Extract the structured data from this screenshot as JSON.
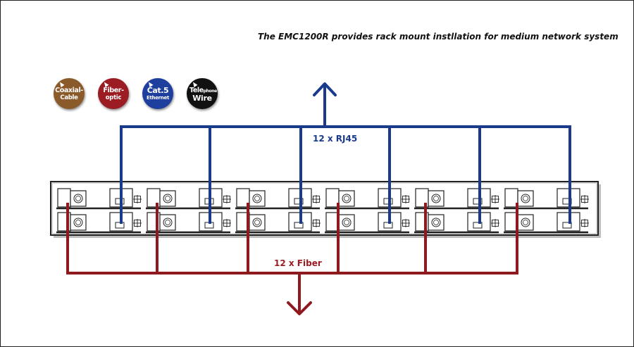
{
  "caption": "The EMC1200R provides rack mount instllation for medium network system",
  "badges": [
    {
      "id": "coaxial",
      "line1": "Coaxial-",
      "line2": "Cable",
      "color": "#8b5a2b",
      "icon": "coaxial-cable-icon"
    },
    {
      "id": "fiber",
      "line1": "Fiber-",
      "line2": "optic",
      "color": "#9b1c22",
      "icon": "fiber-optic-icon"
    },
    {
      "id": "cat5",
      "line1": "Cat.5",
      "line2": "Ethernet",
      "color": "#1f3f9f",
      "icon": "cat5-ethernet-icon"
    },
    {
      "id": "phone",
      "line1": "Tele",
      "line1_small": "phone",
      "line2": "Wire",
      "color": "#111111",
      "icon": "telephone-wire-icon"
    }
  ],
  "labels": {
    "rj45": "12 x RJ45",
    "fiber": "12 x Fiber"
  },
  "colors": {
    "rj45_line": "#1a3a8c",
    "fiber_line": "#8e1a1f",
    "chassis": "#222222"
  },
  "modules": {
    "count": 6,
    "rows": 2
  }
}
